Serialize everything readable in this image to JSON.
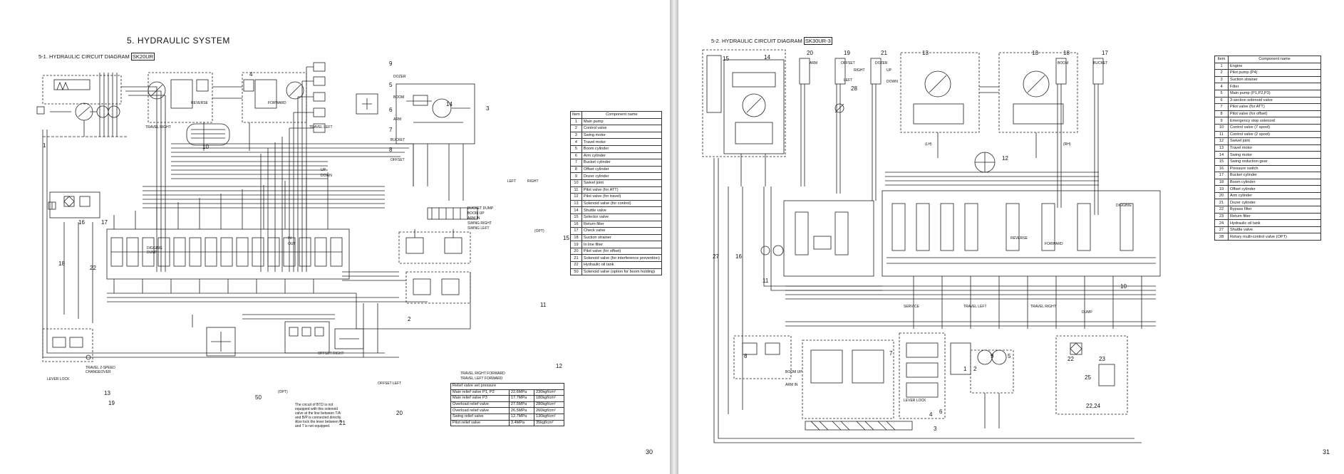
{
  "left_page": {
    "section_title": "5.   HYDRAULIC SYSTEM",
    "subtitle_prefix": "5-1. HYDRAULIC CIRCUIT DIAGRAM",
    "subtitle_model": "SK20UR",
    "page_number": "30",
    "component_table": {
      "headers": [
        "Item",
        "Component name"
      ],
      "rows": [
        [
          "1",
          "Main pump"
        ],
        [
          "2",
          "Control valve"
        ],
        [
          "3",
          "Swing motor"
        ],
        [
          "4",
          "Travel motor"
        ],
        [
          "5",
          "Boom cylinder"
        ],
        [
          "6",
          "Arm cylinder"
        ],
        [
          "7",
          "Bucket cylinder"
        ],
        [
          "8",
          "Offset cylinder"
        ],
        [
          "9",
          "Dozer cylinder"
        ],
        [
          "10",
          "Swivel joint"
        ],
        [
          "11",
          "Pilot valve (for ATT)"
        ],
        [
          "12",
          "Pilot valve (for travel)"
        ],
        [
          "13",
          "Solenoid valve (for control)"
        ],
        [
          "14",
          "Shuttle valve"
        ],
        [
          "15",
          "Selector valve"
        ],
        [
          "16",
          "Return filter"
        ],
        [
          "17",
          "Check valve"
        ],
        [
          "18",
          "Suction strainer"
        ],
        [
          "19",
          "In line filter"
        ],
        [
          "20",
          "Pilot valve (for offset)"
        ],
        [
          "21",
          "Solenoid valve (for interference prevention)"
        ],
        [
          "22",
          "Hydraulic oil tank"
        ],
        [
          "50",
          "Solenoid valve (option for boom holding)"
        ]
      ]
    },
    "relief_table": {
      "title": "Relief valve set pressure",
      "rows": [
        [
          "Main relief valve P1, P2",
          "22.6MPa",
          "230kgf/cm²"
        ],
        [
          "Main relief valve P3",
          "17.7MPa",
          "180kgf/cm²"
        ],
        [
          "Overload relief valve",
          "27.5MPa",
          "280kgf/cm²"
        ],
        [
          "Overload relief valve",
          "26.5MPa",
          "260kgf/cm²"
        ],
        [
          "Swing relief valve",
          "12.7MPa",
          "130kgf/cm²"
        ],
        [
          "Pilot relief valve",
          "3.4MPa",
          "35kgf/cm²"
        ]
      ]
    },
    "note": "The circuit of BTD is not equipped with this solenoid valve at the line between T/A and B/P is connected directly. Also lock the lever between P and T is not equipped.",
    "labels": {
      "travel_right": "TRAVEL RIGHT",
      "travel_left": "TRAVEL LEFT",
      "reverse": "REVERSE",
      "forward": "FORWARD",
      "dozer": "DOZER",
      "boom": "BOOM",
      "arm": "ARM",
      "bucket": "BUCKET",
      "offset": "OFFSET",
      "lever_lock": "LEVER LOCK",
      "travel_2speed": "TRAVEL 2-SPEED CHANGEOVER",
      "opt": "(OPT)",
      "up": "UP",
      "down": "DOWN",
      "in": "IN",
      "out": "OUT",
      "digging": "DIGGING",
      "dump": "DUMP",
      "left": "LEFT",
      "right": "RIGHT",
      "bucket_dump": "BUCKET DUMP",
      "boom_up": "BOOM UP",
      "arm_in": "ARM IN",
      "swing_right": "SWING RIGHT",
      "swing_left": "SWING LEFT",
      "offset_right": "OFFSET RIGHT",
      "offset_left": "OFFSET LEFT",
      "travel_right_forward": "TRAVEL RIGHT FORWARD",
      "travel_left_forward": "TRAVEL LEFT FORWARD"
    }
  },
  "right_page": {
    "subtitle_prefix": "5-2. HYDRAULIC CIRCUIT DIAGRAM",
    "subtitle_model": "SK30UR-3",
    "page_number": "31",
    "component_table": {
      "headers": [
        "Item",
        "Component name"
      ],
      "rows": [
        [
          "1",
          "Engine"
        ],
        [
          "2",
          "Pilot pump (P4)"
        ],
        [
          "3",
          "Suction strainer"
        ],
        [
          "4",
          "Filter"
        ],
        [
          "5",
          "Main pump (P1,P2,P3)"
        ],
        [
          "6",
          "3-section solenoid valve"
        ],
        [
          "7",
          "Pilot valve (for ATT)"
        ],
        [
          "8",
          "Pilot valve (for offset)"
        ],
        [
          "9",
          "Emergency stop solenoid"
        ],
        [
          "10",
          "Control valve (7 spool)"
        ],
        [
          "11",
          "Control valve (2 spool)"
        ],
        [
          "12",
          "Swivel joint"
        ],
        [
          "13",
          "Travel motor"
        ],
        [
          "14",
          "Swing motor"
        ],
        [
          "15",
          "Swing reduction gear"
        ],
        [
          "16",
          "Pressure switch"
        ],
        [
          "17",
          "Bucket cylinder"
        ],
        [
          "18",
          "Boom cylinder"
        ],
        [
          "19",
          "Offset cylinder"
        ],
        [
          "20",
          "Arm cylinder"
        ],
        [
          "21",
          "Dozer cylinder"
        ],
        [
          "22",
          "Bypass filter"
        ],
        [
          "23",
          "Return filter"
        ],
        [
          "24",
          "Hydraulic oil tank"
        ],
        [
          "27",
          "Shuttle valve"
        ],
        [
          "28",
          "Rotary multi-control valve (OPT)"
        ]
      ]
    },
    "labels": {
      "arm": "ARM",
      "offset": "OFFSET",
      "dozer": "DOZER",
      "boom": "BOOM",
      "bucket": "BUCKET",
      "left": "LEFT",
      "right": "RIGHT",
      "up": "UP",
      "down": "DOWN",
      "lh": "(LH)",
      "rh": "(RH)",
      "service": "SERVICE",
      "travel_right": "TRAVEL RIGHT",
      "travel_left": "TRAVEL LEFT",
      "forward": "FORWARD",
      "reverse": "REVERSE",
      "digging": "DIGGING",
      "dump": "DUMP",
      "lever_lock": "LEVER LOCK",
      "boom_up": "BOOM UP",
      "arm_in": "ARM IN"
    }
  }
}
